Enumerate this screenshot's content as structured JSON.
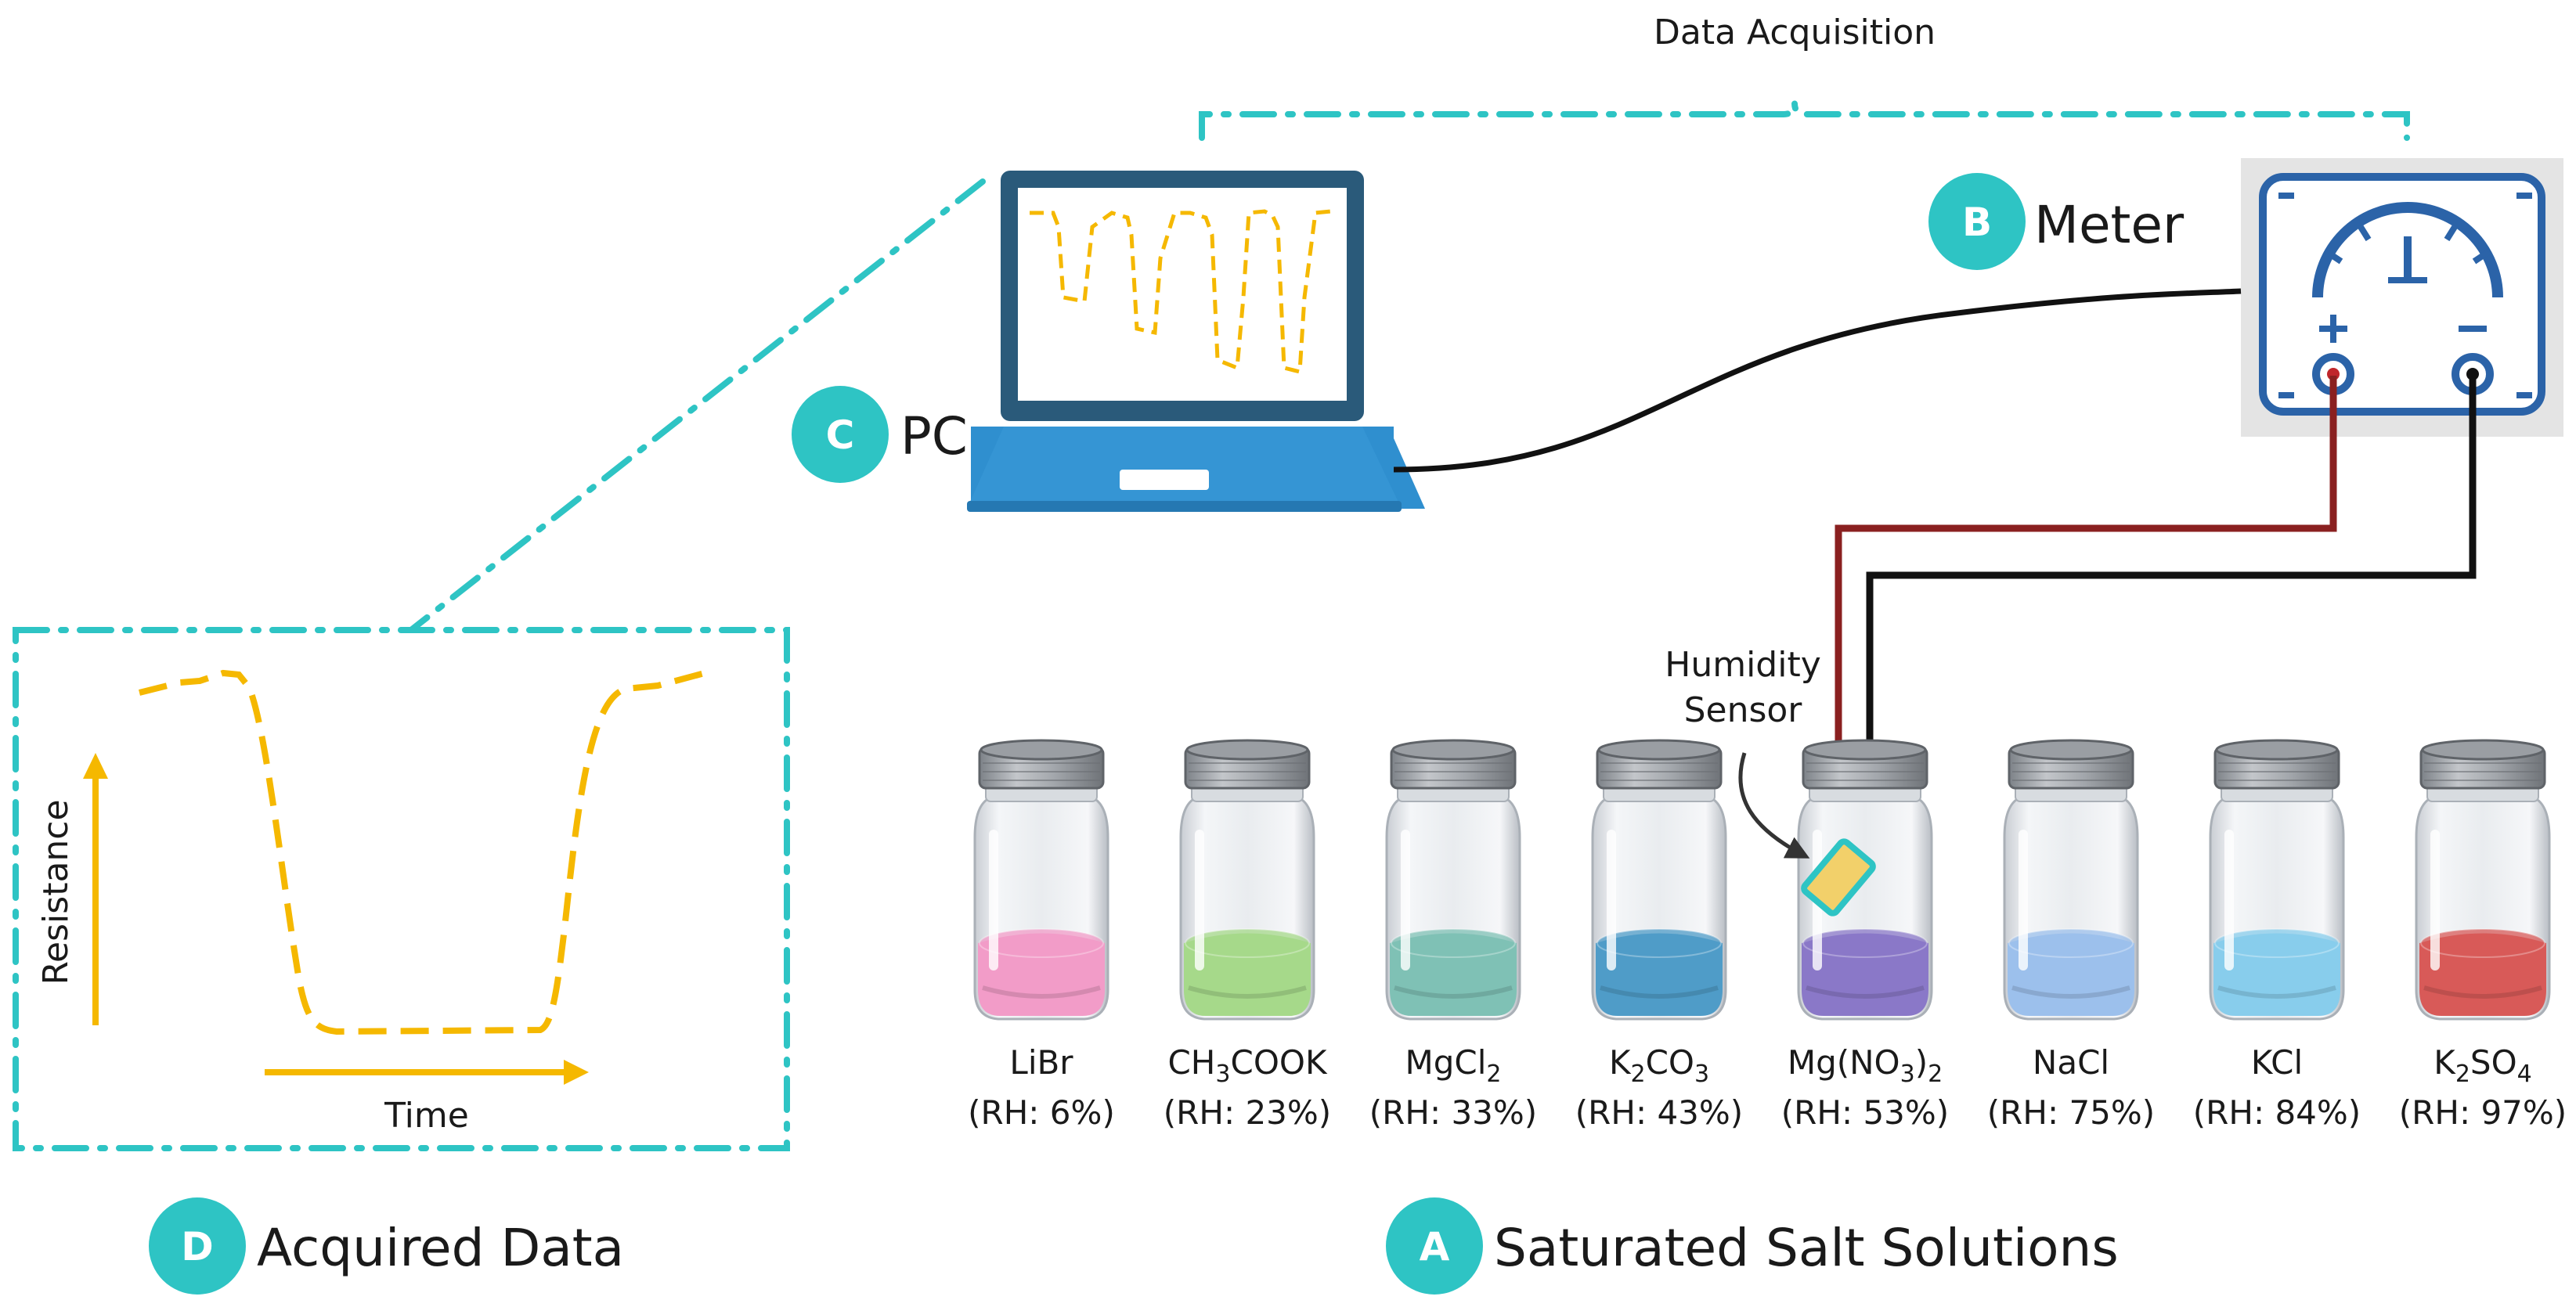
{
  "labels": {
    "data_acquisition": "Data Acquisition",
    "meter": "Meter",
    "pc": "PC",
    "humidity_sensor_line1": "Humidity",
    "humidity_sensor_line2": "Sensor",
    "resistance": "Resistance",
    "time": "Time",
    "acquired_data": "Acquired Data",
    "saturated_salt_solutions": "Saturated Salt Solutions"
  },
  "badges": {
    "a": "A",
    "b": "B",
    "c": "C",
    "d": "D"
  },
  "jars": [
    {
      "name_main": "LiBr",
      "name_parts": [],
      "rh": "(RH: 6%)",
      "liquid": "#f29cc8"
    },
    {
      "name_parts": [
        {
          "t": "CH"
        },
        {
          "t": "3",
          "sub": true
        },
        {
          "t": "COOK"
        }
      ],
      "rh": "(RH: 23%)",
      "liquid": "#a6d98a"
    },
    {
      "name_parts": [
        {
          "t": "MgCl"
        },
        {
          "t": "2",
          "sub": true
        }
      ],
      "rh": "(RH: 33%)",
      "liquid": "#7fc1b5"
    },
    {
      "name_parts": [
        {
          "t": "K"
        },
        {
          "t": "2",
          "sub": true
        },
        {
          "t": "CO"
        },
        {
          "t": "3",
          "sub": true
        }
      ],
      "rh": "(RH: 43%)",
      "liquid": "#4f9cc8"
    },
    {
      "name_parts": [
        {
          "t": "Mg(NO"
        },
        {
          "t": "3",
          "sub": true
        },
        {
          "t": ")"
        },
        {
          "t": "2",
          "sub": true
        }
      ],
      "rh": "(RH: 53%)",
      "liquid": "#8a78c8"
    },
    {
      "name_parts": [
        {
          "t": "NaCl"
        }
      ],
      "rh": "(RH: 75%)",
      "liquid": "#9cc0ec"
    },
    {
      "name_parts": [
        {
          "t": "KCl"
        }
      ],
      "rh": "(RH: 84%)",
      "liquid": "#88cdec"
    },
    {
      "name_parts": [
        {
          "t": "K"
        },
        {
          "t": "2",
          "sub": true
        },
        {
          "t": "SO"
        },
        {
          "t": "4",
          "sub": true
        }
      ],
      "rh": "(RH: 97%)",
      "liquid": "#d85a58"
    }
  ],
  "colors": {
    "teal": "#2ec4c4",
    "orange": "#f5b800",
    "laptop": "#2f8fcf",
    "laptop_dark": "#2a5a7a",
    "meter_blue": "#2b63a8",
    "meter_bg": "#e4e4e4",
    "red_wire": "#8a2020",
    "black_wire": "#111111"
  },
  "icons": [
    "laptop-icon",
    "meter-icon",
    "jar-icon",
    "sensor-icon"
  ]
}
